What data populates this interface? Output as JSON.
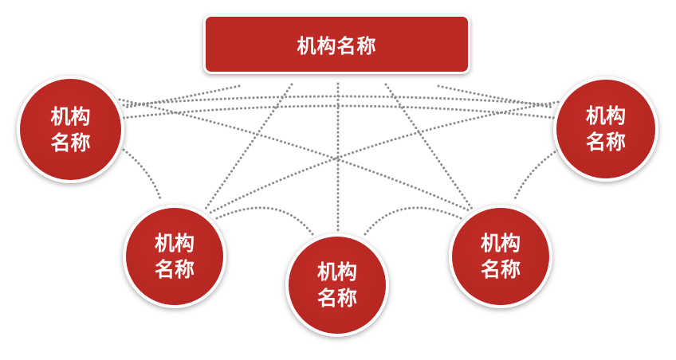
{
  "top": {
    "label": "机构名称"
  },
  "nodes": [
    {
      "label": "机构名称"
    },
    {
      "label": "机构名称"
    },
    {
      "label": "机构名称"
    },
    {
      "label": "机构名称"
    },
    {
      "label": "机构名称"
    }
  ],
  "colors": {
    "node": "#bd2a26",
    "connector": "#8a8a8a"
  }
}
